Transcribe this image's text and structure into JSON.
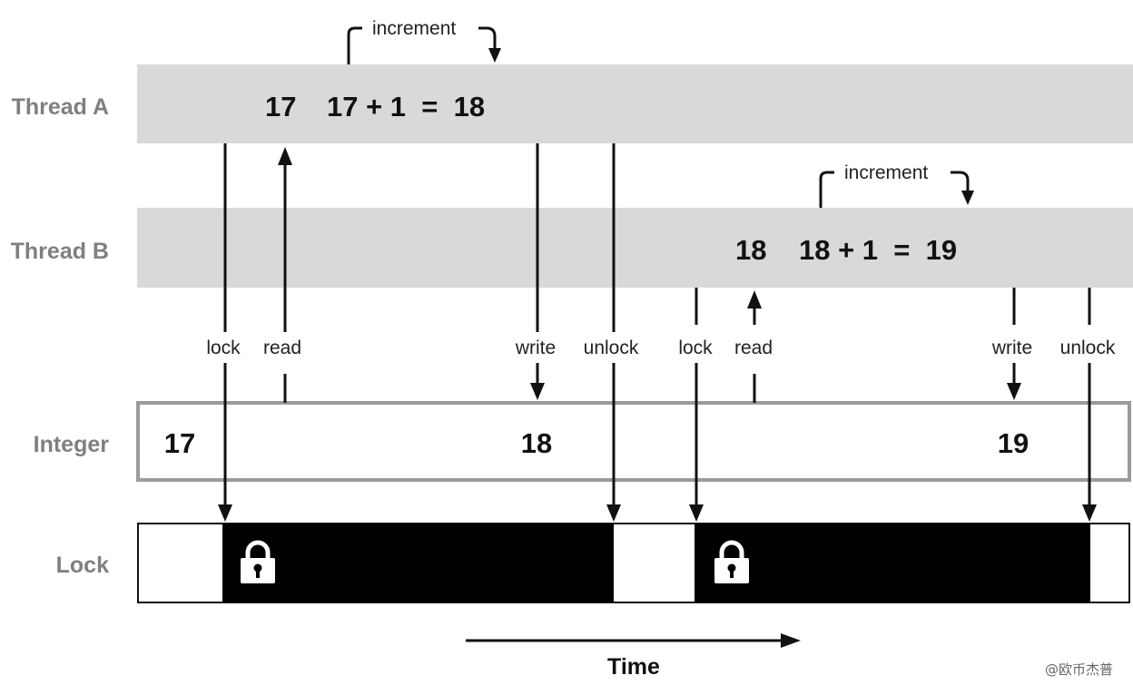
{
  "rows": {
    "thread_a": "Thread A",
    "thread_b": "Thread B",
    "integer": "Integer",
    "lock": "Lock"
  },
  "thread_a": {
    "read_value": "17",
    "expression": "17 + 1  =  18",
    "increment_label": "increment"
  },
  "thread_b": {
    "read_value": "18",
    "expression": "18 + 1  =  19",
    "increment_label": "increment"
  },
  "events": {
    "lock_1": "lock",
    "read_1": "read",
    "write_1": "write",
    "unlock_1": "unlock",
    "lock_2": "lock",
    "read_2": "read",
    "write_2": "write",
    "unlock_2": "unlock"
  },
  "integer_values": [
    "17",
    "18",
    "19"
  ],
  "time_label": "Time",
  "watermark": "@欧币杰普",
  "colors": {
    "thread_band": "#d9d9d9",
    "integer_border": "#9b9b9b",
    "lock_fill": "#000000",
    "label_gray": "#7f7f7f"
  },
  "icons": [
    "padlock-icon",
    "padlock-icon"
  ]
}
